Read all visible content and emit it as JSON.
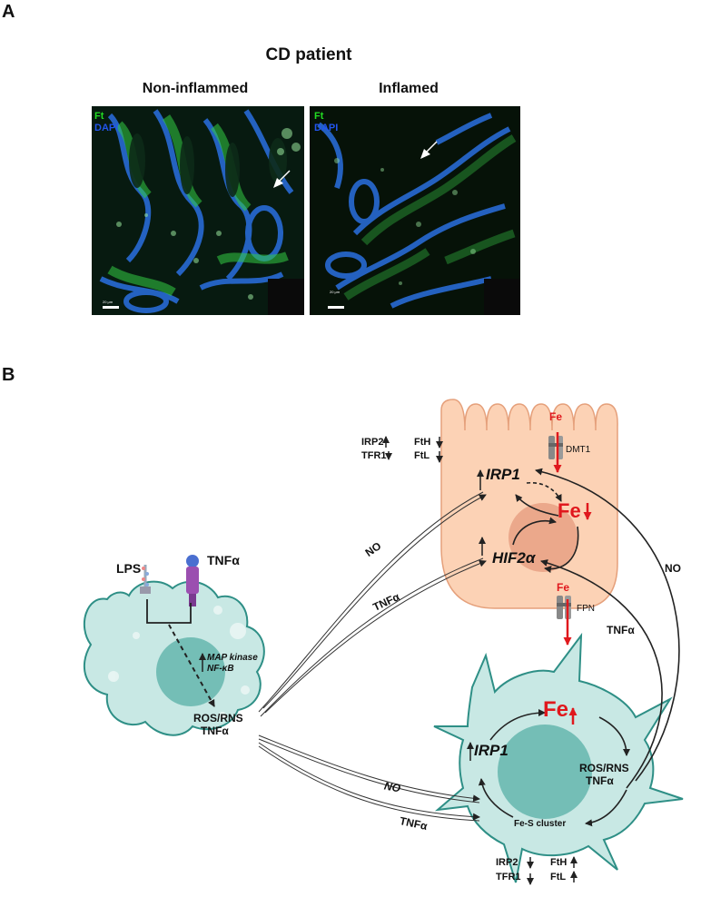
{
  "panel_a": {
    "letter": "A",
    "title": "CD patient",
    "left_title": "Non-inflammed",
    "right_title": "Inflamed",
    "stain_ft": "Ft",
    "stain_dapi": "DAPI",
    "scale": "20 μm",
    "colors": {
      "ft": "#22dd22",
      "dapi": "#2255ee",
      "background": "#071a10"
    }
  },
  "panel_b": {
    "letter": "B",
    "lps": "LPS",
    "tnfa_receptor": "TNFα",
    "mapk": "MAP kinase",
    "nfkb": "NF-κB",
    "macro_ros": "ROS/RNS",
    "macro_tnfa": "TNFα",
    "top_irp2": "IRP2",
    "top_tfr1": "TFR1",
    "top_fth": "FtH",
    "top_ftl": "FtL",
    "fe_in": "Fe",
    "dmt1": "DMT1",
    "irp1": "IRP1",
    "fe_down": "Fe",
    "hif2a": "HIF2α",
    "fe_out": "Fe",
    "fpn": "FPN",
    "no_upper": "NO",
    "tnfa_upper": "TNFα",
    "no_right": "NO",
    "tnfa_right": "TNFα",
    "fe_up": "Fe",
    "irp1_cell": "IRP1",
    "cell_ros": "ROS/RNS",
    "cell_tnfa": "TNFα",
    "fes_cluster": "Fe-S cluster",
    "no_lower": "NO",
    "tnfa_lower": "TNFα",
    "bot_irp2": "IRP2",
    "bot_tfr1": "TFR1",
    "bot_fth": "FtH",
    "bot_ftl": "FtL",
    "colors": {
      "macrophage": "#c8e8e4",
      "macrophage_stroke": "#2e8f86",
      "nucleus": "#5fb3aa",
      "epithelial": "#fcd2b5",
      "epithelial_stroke": "#e5a07b",
      "epithelial_nucleus": "#e7a184",
      "iron_red": "#e0181d"
    }
  }
}
